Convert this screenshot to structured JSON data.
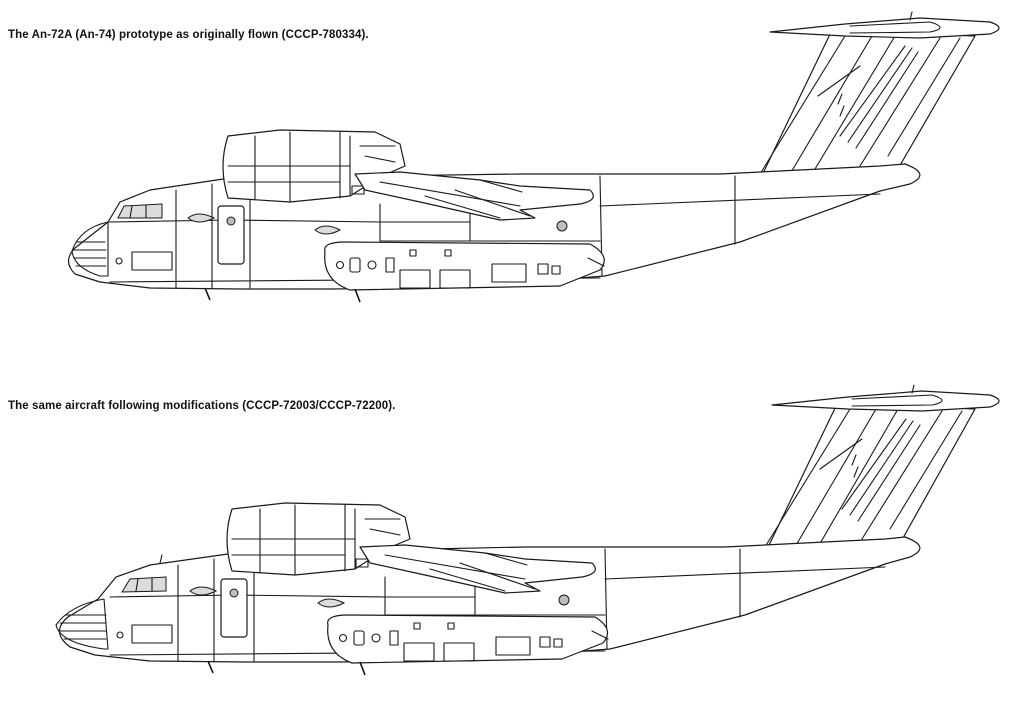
{
  "figures": [
    {
      "id": "original",
      "caption": "The An-72A (An-74) prototype as originally flown (CCCP-780334).",
      "drawing_icon": "aircraft-side-view-icon"
    },
    {
      "id": "modified",
      "caption": "The same aircraft following modifications (CCCP-72003/CCCP-72200).",
      "drawing_icon": "aircraft-side-view-icon"
    }
  ],
  "colors": {
    "line": "#1a1a1a",
    "background": "#ffffff",
    "window_fill": "#dcdcdc"
  }
}
